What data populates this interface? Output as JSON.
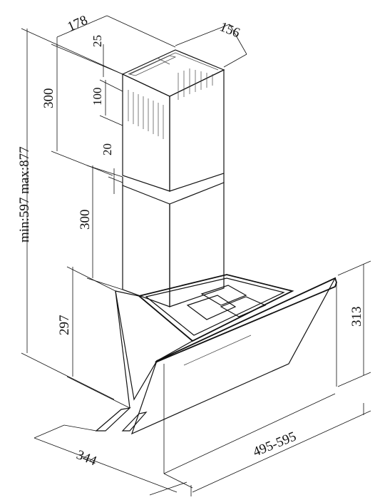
{
  "dimensions": {
    "chimney_depth": "178",
    "chimney_width": "156",
    "top_gap": "25",
    "upper_chimney_height": "300",
    "vent_height": "100",
    "overlap": "20",
    "lower_chimney_height": "300",
    "total_height_range": "min:597 max:877",
    "hood_height_left": "297",
    "hood_height_right": "313",
    "hood_depth": "344",
    "hood_width_range": "495-595"
  }
}
